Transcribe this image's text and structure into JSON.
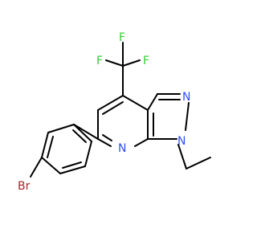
{
  "molecule": {
    "atoms": [
      {
        "id": "F1",
        "label": "F"
      },
      {
        "id": "F2",
        "label": "F"
      },
      {
        "id": "F3",
        "label": "F"
      },
      {
        "id": "N_pyrazole",
        "label": "N"
      },
      {
        "id": "N_pyridine",
        "label": "N"
      },
      {
        "id": "N_ethyl",
        "label": "N"
      },
      {
        "id": "Br",
        "label": "Br"
      }
    ],
    "colors": {
      "bond": "#000000",
      "fluorine": "#33cc33",
      "nitrogen": "#3050f8",
      "bromine": "#a62929"
    }
  }
}
